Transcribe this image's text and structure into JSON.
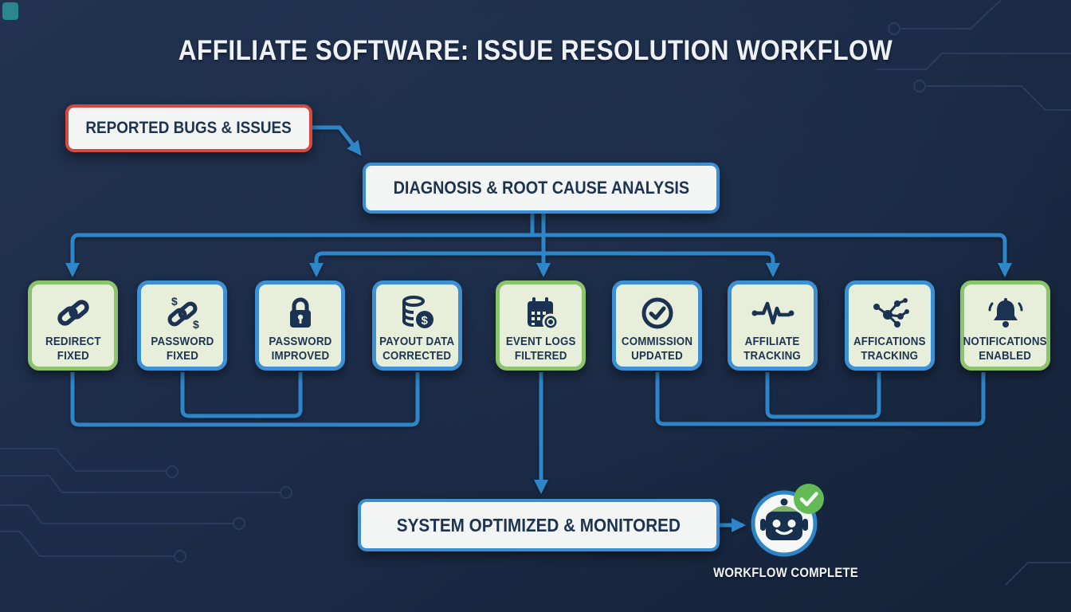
{
  "title": "AFFILIATE SOFTWARE: ISSUE RESOLUTION WORKFLOW",
  "colors": {
    "background": "#1c2c48",
    "connector_blue": "#2e86c9",
    "border_blue": "#3d90d3",
    "border_green": "#8cc46e",
    "border_red": "#d9483f",
    "node_fill": "#f3f5f4",
    "step_fill": "#e7eeda",
    "text_dark": "#1e3350",
    "text_light": "#eef2f6",
    "check_green": "#63bb58",
    "trace_line": "#2c3f60"
  },
  "nodes": {
    "reported": {
      "label": "REPORTED BUGS & ISSUES"
    },
    "diagnosis": {
      "label": "DIAGNOSIS & ROOT CAUSE ANALYSIS"
    },
    "system": {
      "label": "SYSTEM OPTIMIZED & MONITORED"
    },
    "complete": {
      "label": "WORKFLOW COMPLETE"
    }
  },
  "steps": [
    {
      "line1": "REDIRECT",
      "line2": "FIXED",
      "icon": "link-icon",
      "border": "green"
    },
    {
      "line1": "PASSWORD",
      "line2": "FIXED",
      "icon": "dollar-link-icon",
      "border": "blue"
    },
    {
      "line1": "PASSWORD",
      "line2": "IMPROVED",
      "icon": "padlock-icon",
      "border": "blue"
    },
    {
      "line1": "PAYOUT DATA",
      "line2": "CORRECTED",
      "icon": "coins-dollar-icon",
      "border": "blue"
    },
    {
      "line1": "EVENT LOGS",
      "line2": "FILTERED",
      "icon": "calendar-icon",
      "border": "green"
    },
    {
      "line1": "COMMISSION",
      "line2": "UPDATED",
      "icon": "check-circle-icon",
      "border": "blue"
    },
    {
      "line1": "AFFILIATE",
      "line2": "TRACKING",
      "icon": "pulse-icon",
      "border": "blue"
    },
    {
      "line1": "AFFICATIONS",
      "line2": "TRACKING",
      "icon": "network-icon",
      "border": "blue"
    },
    {
      "line1": "NOTIFICATIONS",
      "line2": "ENABLED",
      "icon": "bell-icon",
      "border": "green"
    }
  ]
}
